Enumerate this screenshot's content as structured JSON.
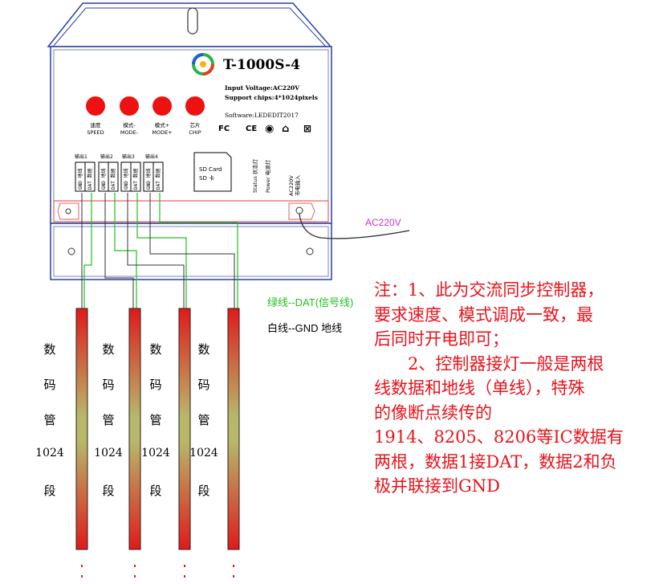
{
  "controller": {
    "model": "T-1000S-4",
    "input_voltage": "Input Voltage:AC220V",
    "support_chips": "Support chips:4*1024pixels",
    "software": "Software:LEDEDIT2017",
    "buttons": [
      {
        "cn": "速度",
        "en": "SPEED"
      },
      {
        "cn": "模式-",
        "en": "MODE-"
      },
      {
        "cn": "模式+",
        "en": "MODE+"
      },
      {
        "cn": "芯片",
        "en": "CHIP"
      }
    ],
    "outputs": [
      "输出1",
      "输出2",
      "输出3",
      "输出4"
    ],
    "port_pins": [
      "GND 地线",
      "DAT 数据"
    ],
    "sd_card": [
      "SD Card",
      "SD 卡"
    ],
    "status_labels": [
      "Status 状态灯",
      "Power 电源灯"
    ],
    "ac_label": [
      "AC220V",
      "市电输入"
    ],
    "button_color": "#ee1111"
  },
  "wire_legend": {
    "ac": "AC220V",
    "green": "绿线--DAT(信号线)",
    "white": "白线--GND 地线",
    "green_color": "#20c020",
    "ac_color": "#cc33cc"
  },
  "tubes": {
    "label_chars": [
      "数",
      "码",
      "管",
      "1024",
      "段"
    ],
    "count": 4
  },
  "note": {
    "lines": [
      "注：1、此为交流同步控制器，",
      "要求速度、模式调成一致，最",
      "后同时开电即可；",
      "　　2、控制器接灯一般是两根",
      "线数据和地线（单线），特殊",
      "的像断点续传的",
      "1914、8205、8206等IC数据有",
      "两根，数据1接DAT，数据2和负",
      "极并联接到GND"
    ],
    "color": "#e8131b"
  }
}
